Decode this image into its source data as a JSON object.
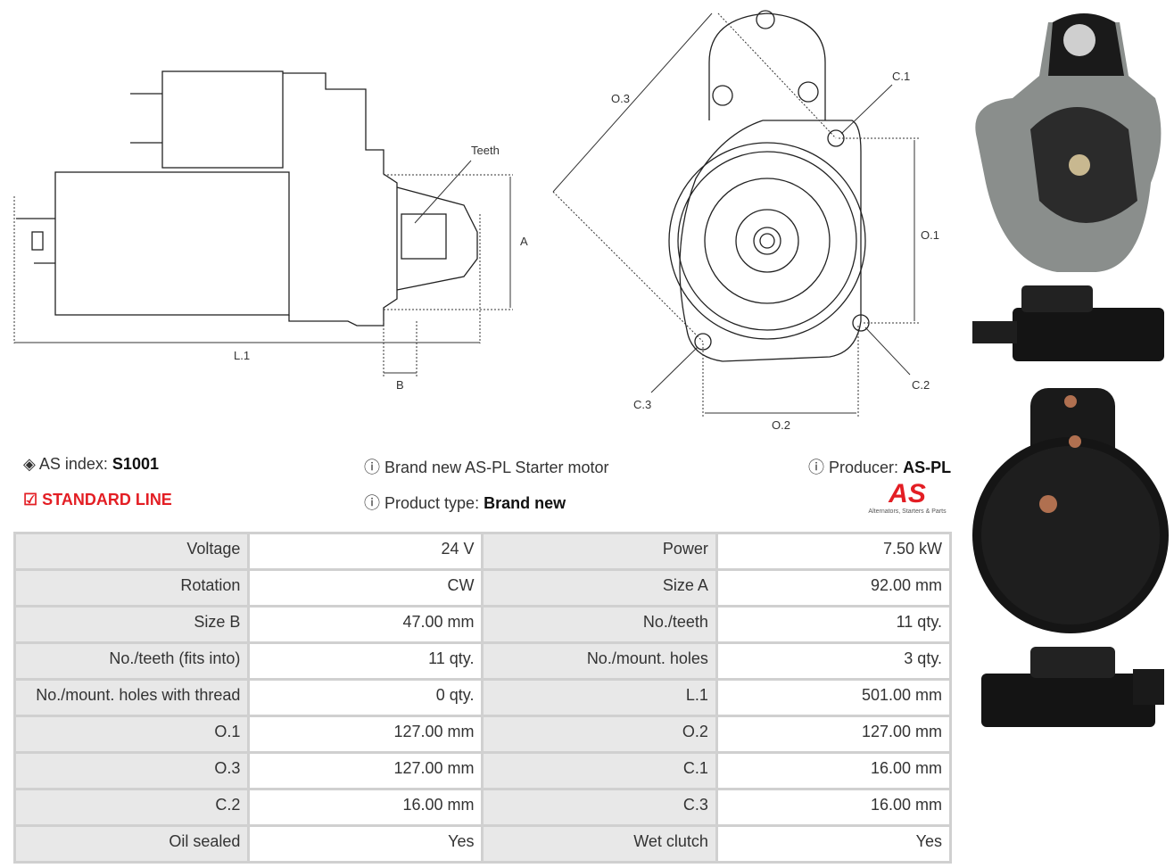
{
  "drawing_labels": {
    "teeth": "Teeth",
    "a": "A",
    "b": "B",
    "l1": "L.1",
    "o1": "O.1",
    "o2": "O.2",
    "o3": "O.3",
    "c1": "C.1",
    "c2": "C.2",
    "c3": "C.3"
  },
  "info": {
    "as_index_label": "AS index:",
    "as_index_value": "S1001",
    "standard_line": "STANDARD LINE",
    "description": "Brand new AS-PL Starter motor",
    "product_type_label": "Product type:",
    "product_type_value": "Brand new",
    "producer_label": "Producer:",
    "producer_value": "AS-PL",
    "logo_text": "AS",
    "logo_tagline": "Alternators, Starters & Parts"
  },
  "colors": {
    "accent": "#e31e24"
  },
  "specs": [
    [
      "Voltage",
      "24 V",
      "Power",
      "7.50 kW"
    ],
    [
      "Rotation",
      "CW",
      "Size A",
      "92.00 mm"
    ],
    [
      "Size B",
      "47.00 mm",
      "No./teeth",
      "11 qty."
    ],
    [
      "No./teeth (fits into)",
      "11 qty.",
      "No./mount. holes",
      "3 qty."
    ],
    [
      "No./mount. holes with thread",
      "0 qty.",
      "L.1",
      "501.00 mm"
    ],
    [
      "O.1",
      "127.00 mm",
      "O.2",
      "127.00 mm"
    ],
    [
      "O.3",
      "127.00 mm",
      "C.1",
      "16.00 mm"
    ],
    [
      "C.2",
      "16.00 mm",
      "C.3",
      "16.00 mm"
    ],
    [
      "Oil sealed",
      "Yes",
      "Wet clutch",
      "Yes"
    ]
  ]
}
